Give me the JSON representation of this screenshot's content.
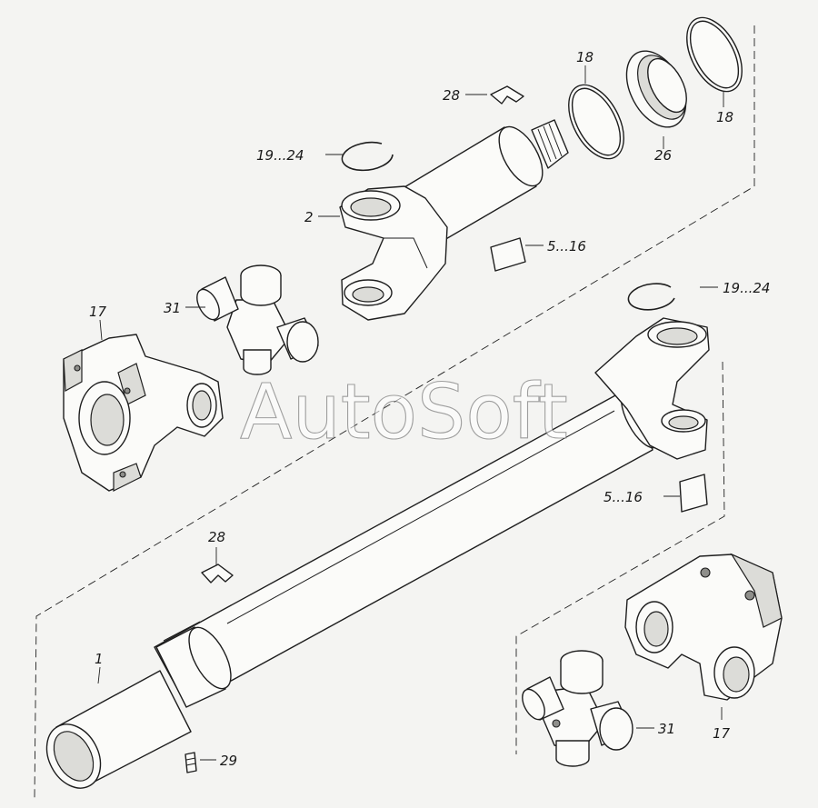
{
  "watermark": "AutoSoft",
  "callouts": {
    "c28_top": "28",
    "c18_mid": "18",
    "c18_right": "18",
    "c26": "26",
    "c19_24_top": "19...24",
    "c2": "2",
    "c5_16_top": "5...16",
    "c31_top": "31",
    "c17_left": "17",
    "c19_24_right": "19...24",
    "c5_16_bottom": "5...16",
    "c28_bottom": "28",
    "c1": "1",
    "c29": "29",
    "c31_bottom": "31",
    "c17_bottom": "17"
  }
}
